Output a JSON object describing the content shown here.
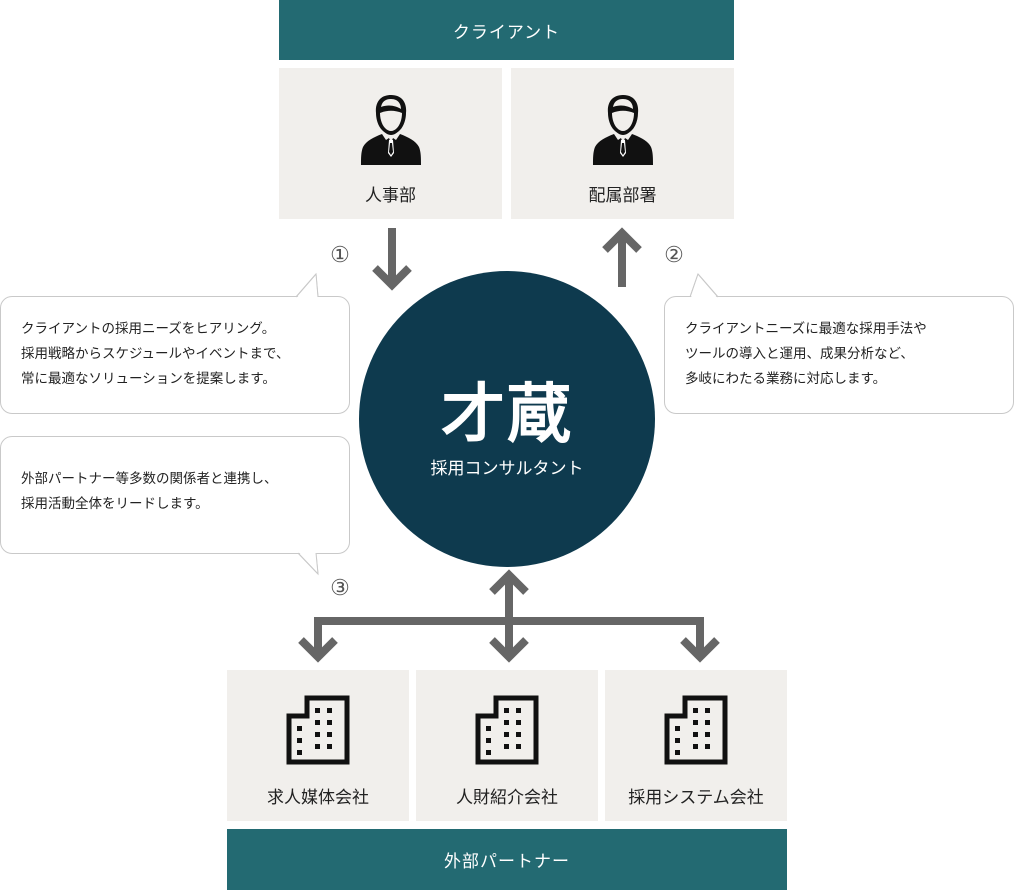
{
  "client": {
    "title": "クライアント",
    "departments": [
      {
        "label": "人事部",
        "icon": "person-icon"
      },
      {
        "label": "配属部署",
        "icon": "person-icon"
      }
    ]
  },
  "center": {
    "logo": "才蔵",
    "label": "採用コンサルタント"
  },
  "steps": [
    {
      "num": "①",
      "lines": [
        "クライアントの採用ニーズをヒアリング。",
        "採用戦略からスケジュールやイベントまで、",
        "常に最適なソリューションを提案します。"
      ]
    },
    {
      "num": "②",
      "lines": [
        "クライアントニーズに最適な採用手法や",
        "ツールの導入と運用、成果分析など、",
        "多岐にわたる業務に対応します。"
      ]
    },
    {
      "num": "③",
      "lines": [
        "外部パートナー等多数の関係者と連携し、",
        "採用活動全体をリードします。"
      ]
    }
  ],
  "partners": {
    "title": "外部パートナー",
    "companies": [
      {
        "label": "求人媒体会社",
        "icon": "building-icon"
      },
      {
        "label": "人財紹介会社",
        "icon": "building-icon"
      },
      {
        "label": "採用システム会社",
        "icon": "building-icon"
      }
    ]
  },
  "colors": {
    "band": "#236a72",
    "circle": "#0e3a4e",
    "card": "#f1efec",
    "arrow": "#666666"
  }
}
